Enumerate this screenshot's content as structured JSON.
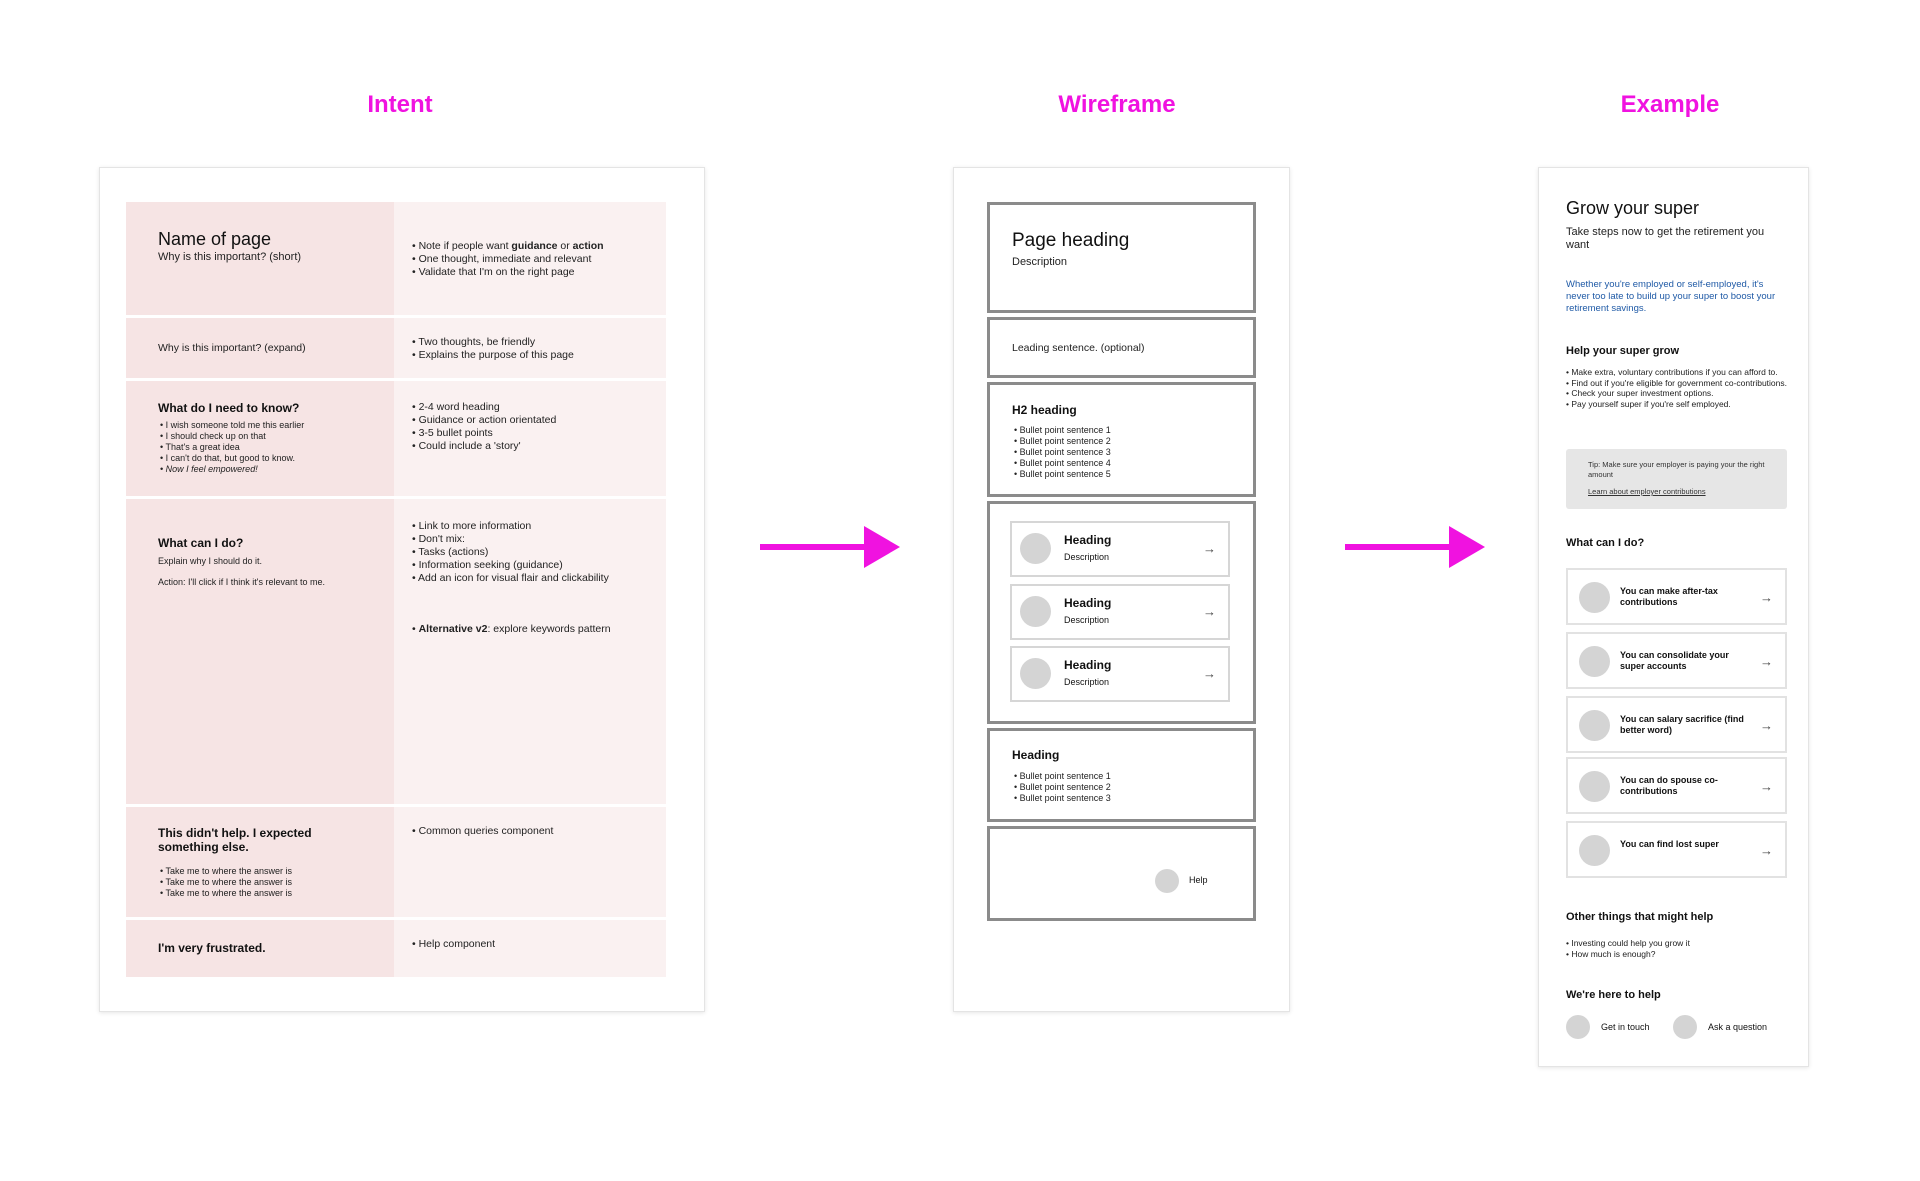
{
  "titles": {
    "intent": "Intent",
    "wireframe": "Wireframe",
    "example": "Example"
  },
  "colors": {
    "accent": "#f012e0",
    "intent_left": "#f6e4e4",
    "intent_right": "#faf1f1",
    "link": "#1f5aa6"
  },
  "intent": {
    "rows": [
      {
        "left_title": "Name of page",
        "left_sub": "Why is this important? (short)",
        "right": [
          "• Note if people want ",
          "guidance",
          " or ",
          "action",
          "• One thought, immediate and relevant",
          "• Validate that I'm on the right page"
        ]
      },
      {
        "left_title": "Why is this important? (expand)",
        "right": [
          "• Two thoughts, be friendly",
          "• Explains the purpose of this page"
        ]
      },
      {
        "left_title": "What do I need to know?",
        "left_items": [
          "• I wish someone told me this earlier",
          "• I should check up on that",
          "• That's a great idea",
          "• I can't do that, but good to know.",
          "• Now I feel empowered!"
        ],
        "right": [
          "• 2-4 word heading",
          "• Guidance or action orientated",
          "• 3-5 bullet points",
          "• Could include a 'story'"
        ]
      },
      {
        "left_title": "What can I do?",
        "left_items": [
          "Explain why I should do it.",
          "Action: I'll click if I think it's relevant to me."
        ],
        "right": [
          "• Link to more information",
          "• Don't mix:",
          "• Tasks (actions)",
          "• Information seeking (guidance)",
          "• Add an icon for visual flair and clickability"
        ],
        "right_alt_bold": "Alternative v2",
        "right_alt_rest": ": explore keywords pattern",
        "right_alt_bullet": "• "
      },
      {
        "left_title": "This didn't help. I expected something else.",
        "left_items": [
          "• Take me to where the answer is",
          "• Take me to where the answer is",
          "• Take me to where the answer is"
        ],
        "right": [
          "• Common queries component"
        ]
      },
      {
        "left_title": "I'm very frustrated.",
        "right": [
          "• Help component"
        ]
      }
    ]
  },
  "wireframe": {
    "page_heading": "Page heading",
    "description": "Description",
    "leading": "Leading sentence. (optional)",
    "h2": "H2 heading",
    "h2_bullets": [
      "• Bullet point sentence 1",
      "• Bullet point sentence 2",
      "• Bullet point sentence 3",
      "• Bullet point sentence 4",
      "• Bullet point sentence 5"
    ],
    "cards": [
      {
        "heading": "Heading",
        "desc": "Description"
      },
      {
        "heading": "Heading",
        "desc": "Description"
      },
      {
        "heading": "Heading",
        "desc": "Description"
      }
    ],
    "h3": "Heading",
    "h3_bullets": [
      "• Bullet point sentence 1",
      "• Bullet point sentence 2",
      "• Bullet point sentence 3"
    ],
    "help": "Help"
  },
  "example": {
    "title": "Grow your super",
    "subtitle": "Take steps now to get the retirement you want",
    "intro": "Whether you're employed or self-employed, it's never too late to build up your super to boost your retirement savings.",
    "help_heading": "Help your super grow",
    "help_bullets": [
      "• Make extra, voluntary contributions if you can afford to.",
      "• Find out if you're eligible for government co-contributions.",
      "• Check your super investment options.",
      "• Pay yourself super if you're self employed."
    ],
    "tip": "Tip: Make sure your employer is paying your the right amount",
    "tip_link": "Learn about employer contributions",
    "actions_heading": "What can I do?",
    "actions": [
      "You can make after-tax contributions",
      "You can consolidate your super accounts",
      "You can salary sacrifice (find better word)",
      "You can do spouse co-contributions",
      "You can find lost super"
    ],
    "other_heading": "Other things that might help",
    "other_bullets": [
      "• Investing could help you grow it",
      "• How much is enough?"
    ],
    "here_heading": "We're here to help",
    "get_in_touch": "Get in touch",
    "ask_question": "Ask a question"
  },
  "icons": {
    "card_arrow": "arrow-right-icon",
    "flow_arrow": "flow-arrow-icon"
  }
}
